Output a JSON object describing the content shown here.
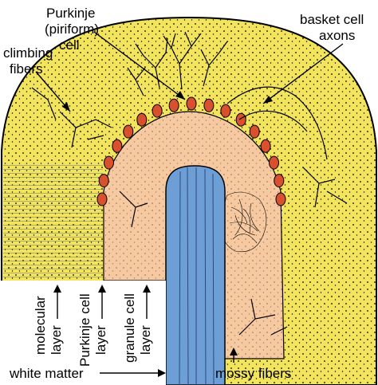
{
  "labels": {
    "purkinje_1": "Purkinje",
    "purkinje_2": "(piriform)",
    "purkinje_3": "cell",
    "basket_1": "basket cell",
    "basket_2": "axons",
    "climbing_1": "climbing",
    "climbing_2": "fibers",
    "molecular_1": "molecular",
    "molecular_2": "layer",
    "purkinje_layer_1": "Purkinje cell",
    "purkinje_layer_2": "layer",
    "granule_1": "granule cell",
    "granule_2": "layer",
    "white_matter": "white matter",
    "mossy_fibers": "mossy fibers"
  },
  "colors": {
    "molecular_layer": "#f2e45c",
    "granule_layer": "#f6c9a0",
    "white_matter": "#6d9fd6",
    "purkinje_cell": "#d9502f",
    "outline": "#000000"
  }
}
